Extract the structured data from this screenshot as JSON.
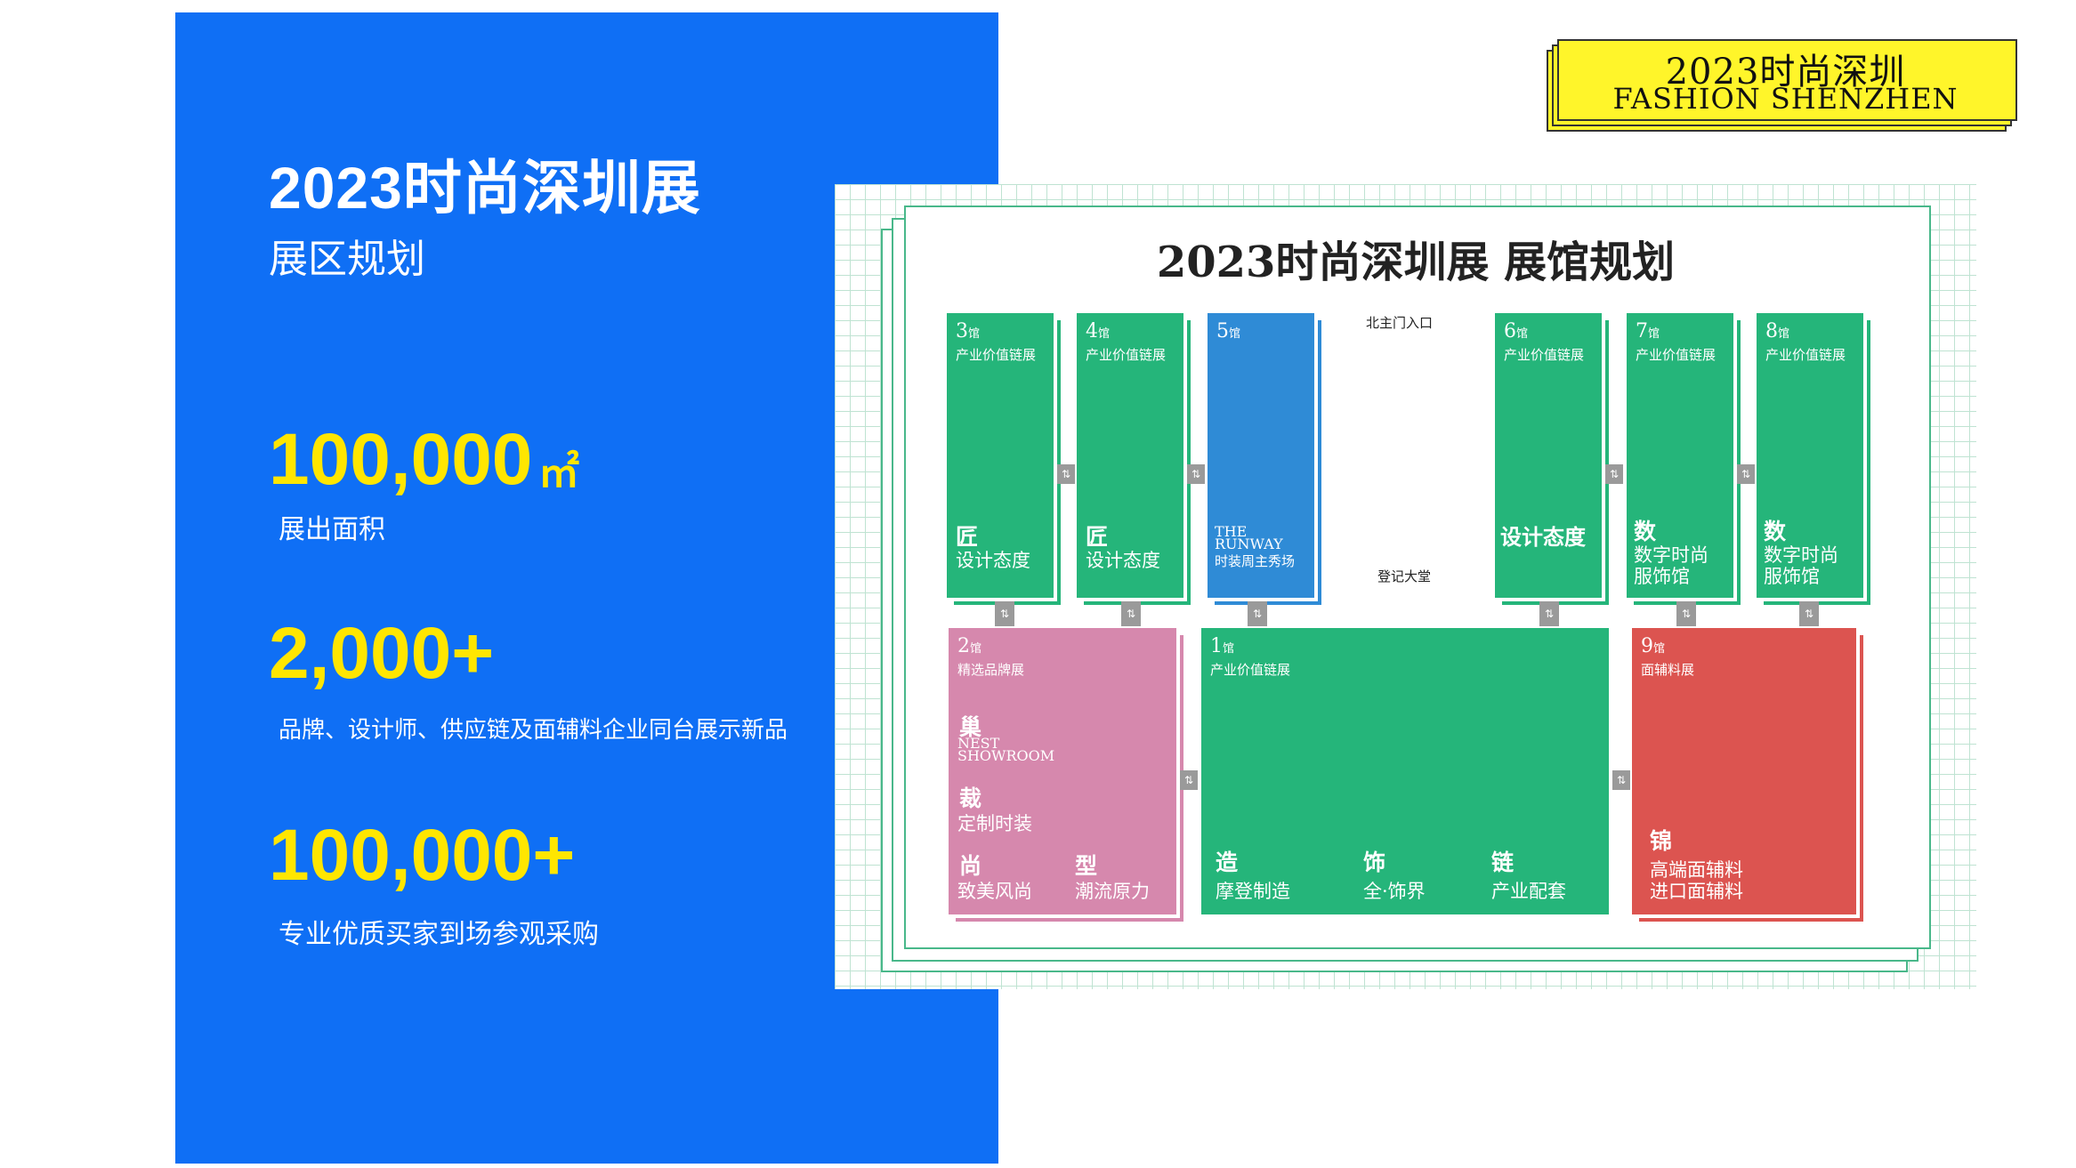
{
  "left_panel": {
    "title": "2023时尚深圳展",
    "subtitle": "展区规划",
    "stats": [
      {
        "value": "100,000",
        "unit": "㎡",
        "label": "展出面积"
      },
      {
        "value": "2,000+",
        "label": "品牌、设计师、供应链及面辅料企业同台展示新品"
      },
      {
        "value": "100,000+",
        "label": "专业优质买家到场参观采购"
      }
    ]
  },
  "logo": {
    "line1": "2023时尚深圳",
    "line2": "FASHION SHENZHEN"
  },
  "floor_plan": {
    "title": "2023时尚深圳展  展馆规划",
    "north_entrance": "北主门入口",
    "registration_hall": "登记大堂",
    "halls": {
      "h3": {
        "num": "3",
        "unit": "馆",
        "tag": "产业价值链展",
        "big": "匠",
        "small": "设计态度"
      },
      "h4": {
        "num": "4",
        "unit": "馆",
        "tag": "产业价值链展",
        "big": "匠",
        "small": "设计态度"
      },
      "h5": {
        "num": "5",
        "unit": "馆",
        "en1": "THE",
        "en2": "RUNWAY",
        "small": "时装周主秀场"
      },
      "h6": {
        "num": "6",
        "unit": "馆",
        "tag": "产业价值链展",
        "big": "设计态度"
      },
      "h7": {
        "num": "7",
        "unit": "馆",
        "tag": "产业价值链展",
        "big": "数",
        "small1": "数字时尚",
        "small2": "服饰馆"
      },
      "h8": {
        "num": "8",
        "unit": "馆",
        "tag": "产业价值链展",
        "big": "数",
        "small1": "数字时尚",
        "small2": "服饰馆"
      },
      "h2": {
        "num": "2",
        "unit": "馆",
        "tag": "精选品牌展",
        "big1": "巢",
        "en1": "NEST",
        "en2": "SHOWROOM",
        "big2": "裁",
        "small2": "定制时装",
        "big3": "尚",
        "small3": "致美风尚",
        "big4": "型",
        "small4": "潮流原力"
      },
      "h1": {
        "num": "1",
        "unit": "馆",
        "tag": "产业价值链展",
        "big1": "造",
        "small1": "摩登制造",
        "big2": "饰",
        "small2": "全·饰界",
        "big3": "链",
        "small3": "产业配套"
      },
      "h9": {
        "num": "9",
        "unit": "馆",
        "tag": "面辅料展",
        "big": "锦",
        "small1": "高端面辅料",
        "small2": "进口面辅料"
      }
    },
    "connector_glyph": "⇅"
  },
  "colors": {
    "panel_blue": "#0f6ff5",
    "stat_yellow": "#ffe600",
    "logo_yellow": "#fff52a",
    "hall_green": "#25b57a",
    "hall_blue": "#2f8bd6",
    "hall_pink": "#d688ad",
    "hall_red": "#dc5450"
  }
}
